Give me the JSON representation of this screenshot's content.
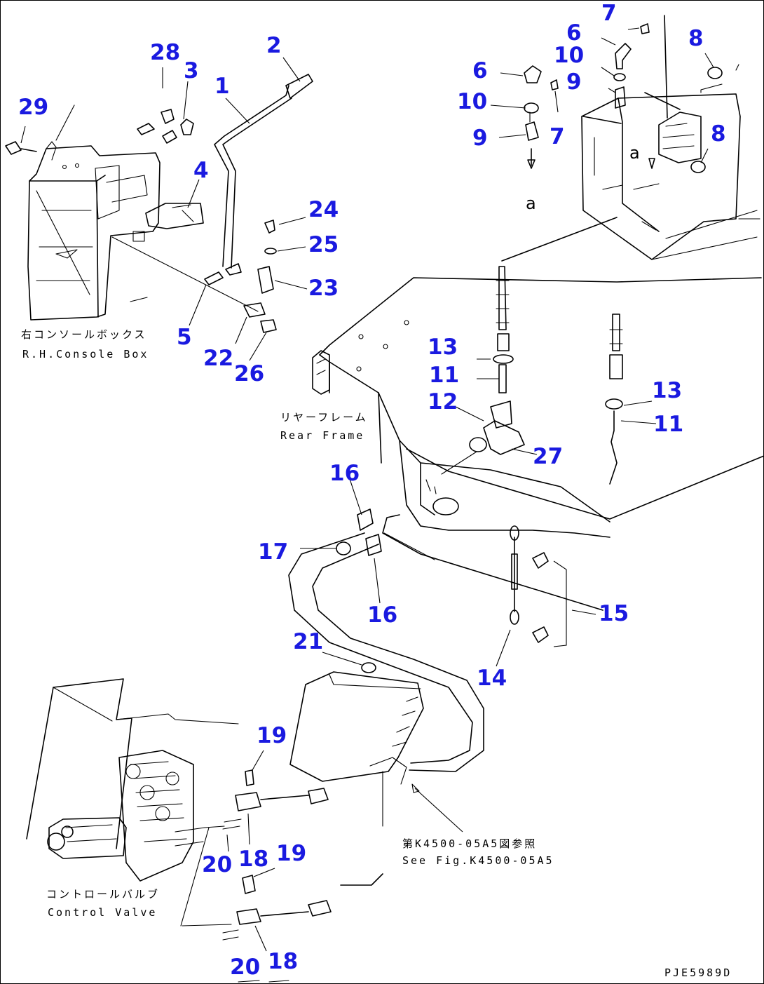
{
  "callouts": {
    "c1": "1",
    "c2": "2",
    "c3": "3",
    "c4": "4",
    "c5": "5",
    "c6a": "6",
    "c6b": "6",
    "c7a": "7",
    "c7b": "7",
    "c8a": "8",
    "c8b": "8",
    "c9a": "9",
    "c9b": "9",
    "c10a": "10",
    "c10b": "10",
    "c11a": "11",
    "c11b": "11",
    "c12": "12",
    "c13a": "13",
    "c13b": "13",
    "c14": "14",
    "c15": "15",
    "c16a": "16",
    "c16b": "16",
    "c17": "17",
    "c18a": "18",
    "c18b": "18",
    "c19a": "19",
    "c19b": "19",
    "c20a": "20",
    "c20b": "20",
    "c21": "21",
    "c22": "22",
    "c23": "23",
    "c24": "24",
    "c25": "25",
    "c26": "26",
    "c27": "27",
    "c28": "28",
    "c29": "29"
  },
  "labels": {
    "console_jp": "右コンソールボックス",
    "console_en": "R.H.Console Box",
    "frame_jp": "リヤーフレーム",
    "frame_en": "Rear Frame",
    "see_fig_jp": "第K4500-05A5図参照",
    "see_fig_en": "See Fig.K4500-05A5",
    "valve_jp": "コントロールバルブ",
    "valve_en": "Control Valve",
    "view_a_top": "a",
    "view_a_bottom": "a",
    "drawing_no": "PJE5989D"
  },
  "colors": {
    "callout": "#1a1ae0",
    "line": "#000000"
  }
}
